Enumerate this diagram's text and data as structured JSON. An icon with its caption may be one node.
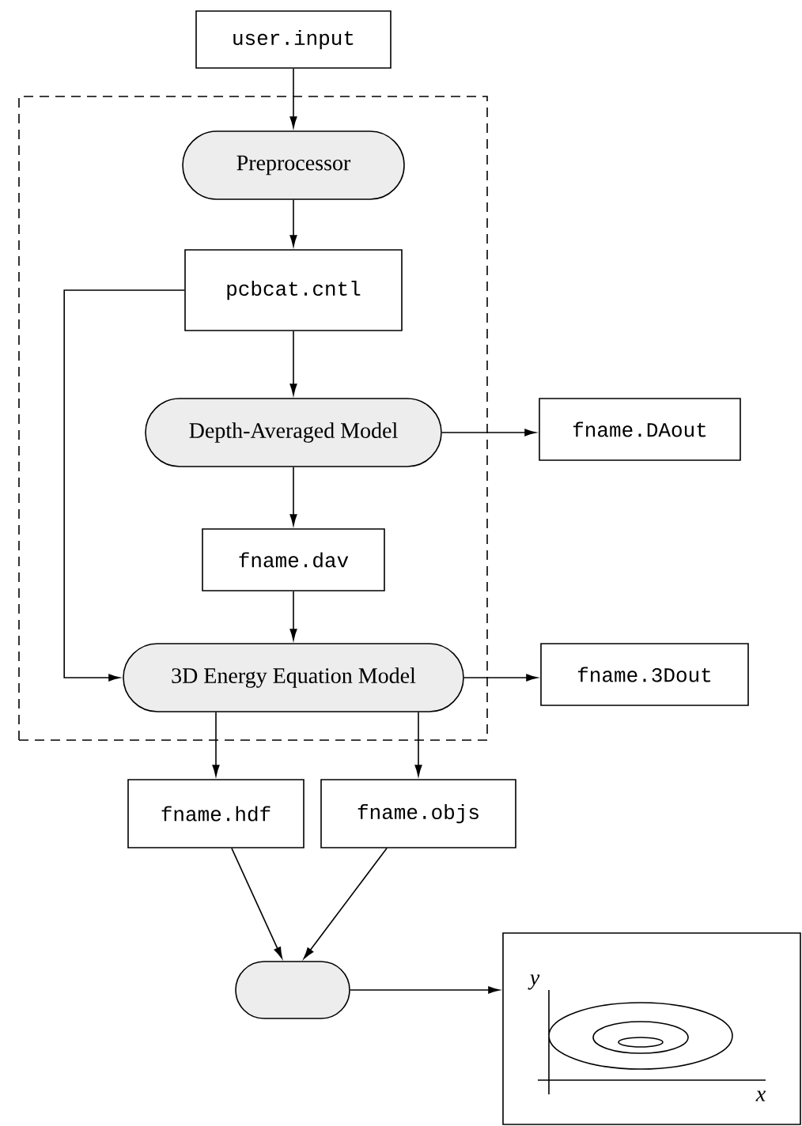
{
  "diagram": {
    "nodes": [
      {
        "text": [
          "user.input"
        ]
      },
      {
        "text": [],
        "shape": "box"
      },
      {
        "text": [
          "Preprocessor"
        ],
        "in": 1
      },
      {
        "text": [
          "pcbcat.cntl"
        ],
        "in": 1
      },
      {
        "text": [
          "Depth-Averaged Model"
        ],
        "in": 1
      },
      {
        "text": [
          "fname.DAout"
        ]
      },
      {
        "text": [
          "fname.dav"
        ],
        "in": 1
      },
      {
        "text": [
          "3D Energy Equation Model"
        ],
        "in": 1
      },
      {
        "text": [
          "fname.3Dout"
        ]
      },
      {
        "text": [
          "fname.hdf"
        ]
      },
      {
        "text": [
          "fname.objs"
        ]
      },
      {
        "text": [],
        "shape": "oval"
      },
      {
        "text": [
          "y",
          "x"
        ]
      }
    ],
    "edges": [
      {
        "from": 0,
        "to": 2,
        "arrow": "to"
      },
      {
        "from": 2,
        "to": 3,
        "arrow": "to"
      },
      {
        "from": 3,
        "to": 4,
        "arrow": "to"
      },
      {
        "from": 4,
        "to": 5,
        "arrow": "to"
      },
      {
        "from": 4,
        "to": 6,
        "arrow": "to"
      },
      {
        "from": 6,
        "to": 7,
        "arrow": "to"
      },
      {
        "from": 3,
        "to": 7,
        "arrow": "to"
      },
      {
        "from": 7,
        "to": 8,
        "arrow": "to"
      },
      {
        "from": 7,
        "to": 9,
        "arrow": "to"
      },
      {
        "from": 7,
        "to": 10,
        "arrow": "to"
      },
      {
        "from": 9,
        "to": 11,
        "arrow": "to"
      },
      {
        "from": 10,
        "to": 11,
        "arrow": "to"
      },
      {
        "from": 11,
        "to": 12,
        "arrow": "to"
      }
    ]
  }
}
